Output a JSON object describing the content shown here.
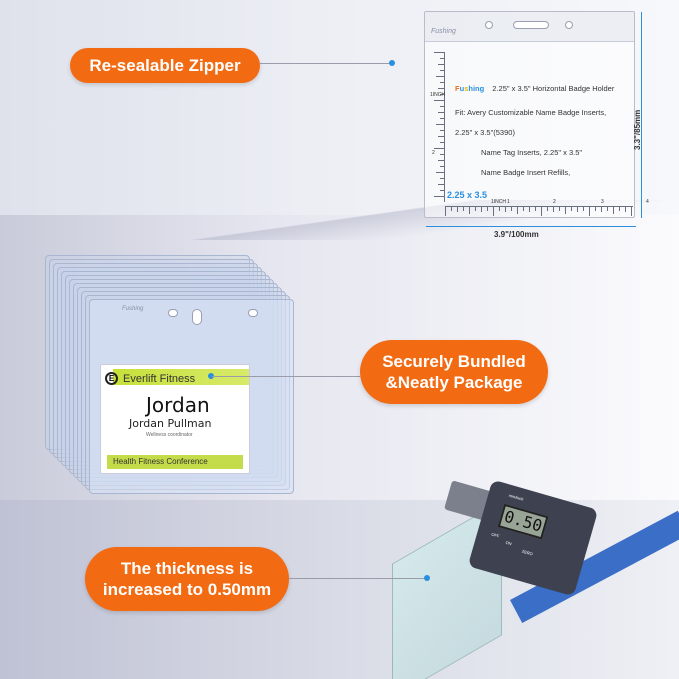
{
  "callouts": {
    "zipper": "Re-sealable Zipper",
    "bundled_line1": "Securely Bundled",
    "bundled_line2": "&Neatly Package",
    "thickness_line1": "The thickness is",
    "thickness_line2": "increased to 0.50mm"
  },
  "holder": {
    "brand_small": "Fushing",
    "brand_parts": [
      "F",
      "u",
      "s",
      "hing"
    ],
    "line1": "2.25\" x 3.5\" Horizontal Badge Holder",
    "line2": "Fit: Avery Customizable Name Badge Inserts,",
    "line3": "2.25\" x 3.5\"(5390)",
    "line4": "Name Tag Inserts, 2.25\" x 3.5\"",
    "line5": "Name Badge Insert Refills,",
    "size_label": "2.25 x 3.5",
    "inch_label": "1INCH",
    "ruler_numbers": [
      "1",
      "2",
      "3",
      "4"
    ],
    "ruler_v_numbers": [
      "1INCH",
      "2"
    ],
    "dim_height": "3.3\"/85mm",
    "dim_width": "3.9\"/100mm"
  },
  "badge": {
    "logo": "E",
    "org": "Everlift Fitness",
    "first_name": "Jordan",
    "full_name": "Jordan Pullman",
    "role": "Wellness coordinator",
    "event": "Health Fitness Conference",
    "holder_brand": "Fushing"
  },
  "caliper": {
    "reading": "0.50",
    "buttons": [
      "OFF",
      "ON",
      "ZERO"
    ],
    "unit": "mm/inch"
  },
  "colors": {
    "accent_orange": "#f26a12",
    "accent_blue": "#2b8fe0",
    "badge_green": "#c5dc4a"
  }
}
